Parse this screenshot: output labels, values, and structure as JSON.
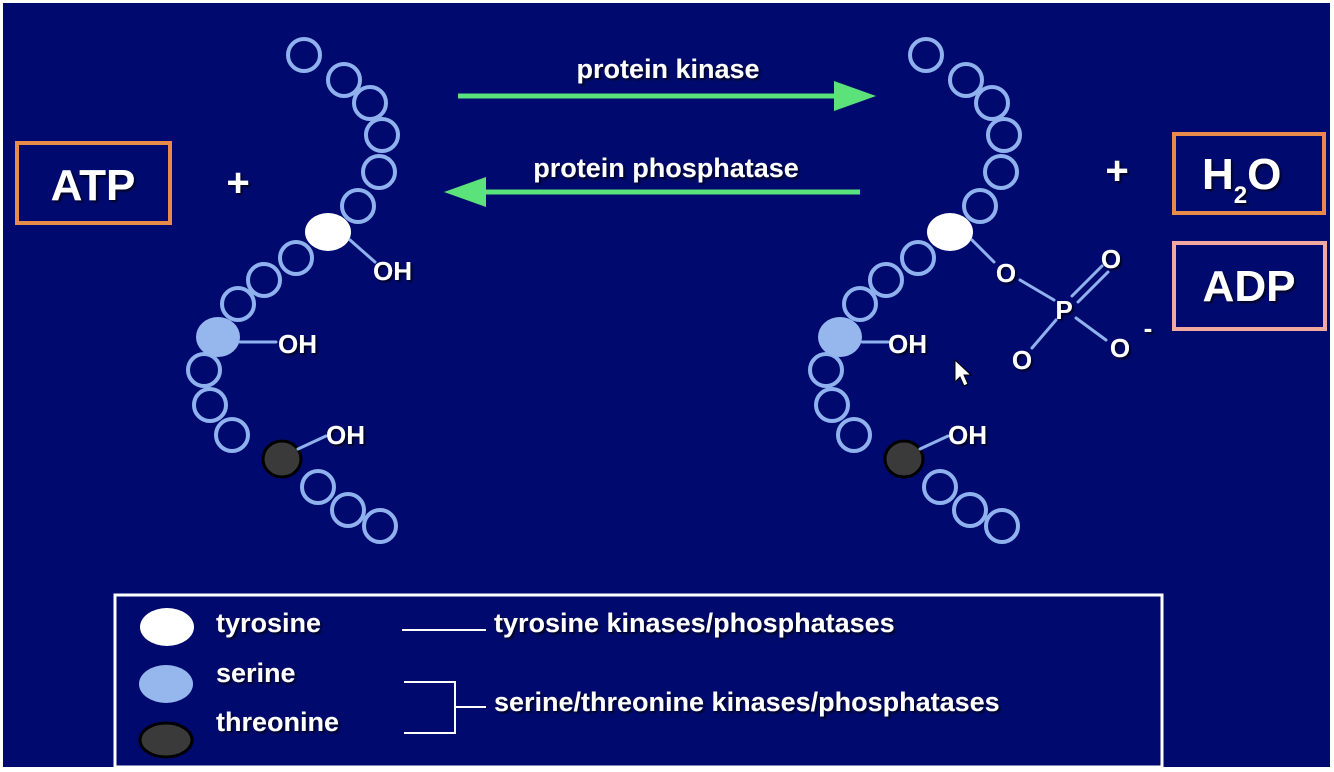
{
  "reaction": {
    "forward_label": "protein kinase",
    "reverse_label": "protein phosphatase"
  },
  "left": {
    "reactant": "ATP",
    "plus": "+",
    "oh_tyrosine": "OH",
    "oh_serine": "OH",
    "oh_threonine": "OH"
  },
  "right": {
    "plus": "+",
    "water_h": "H",
    "water_sub": "2",
    "water_o": "O",
    "adp": "ADP",
    "oh_serine": "OH",
    "oh_threonine": "OH",
    "phosphate": {
      "link_o": "O",
      "p": "P",
      "o_top": "O",
      "o_bottom": "O",
      "o_right": "O",
      "charge": "-"
    }
  },
  "legend": {
    "tyrosine": "tyrosine",
    "serine": "serine",
    "threonine": "threonine",
    "tyrosine_enzymes": "tyrosine kinases/phosphatases",
    "ser_thr_enzymes": "serine/threonine kinases/phosphatases"
  },
  "colors": {
    "background": "#000a6e",
    "chain": "#8fb2ee",
    "tyrosine": "#ffffff",
    "serine": "#95b7ee",
    "threonine": "#3a3a3a",
    "arrow": "#5ce27a",
    "atp_box": "#e88a4a",
    "h2o_box": "#e88a4a",
    "adp_box": "#f0a8a0"
  }
}
